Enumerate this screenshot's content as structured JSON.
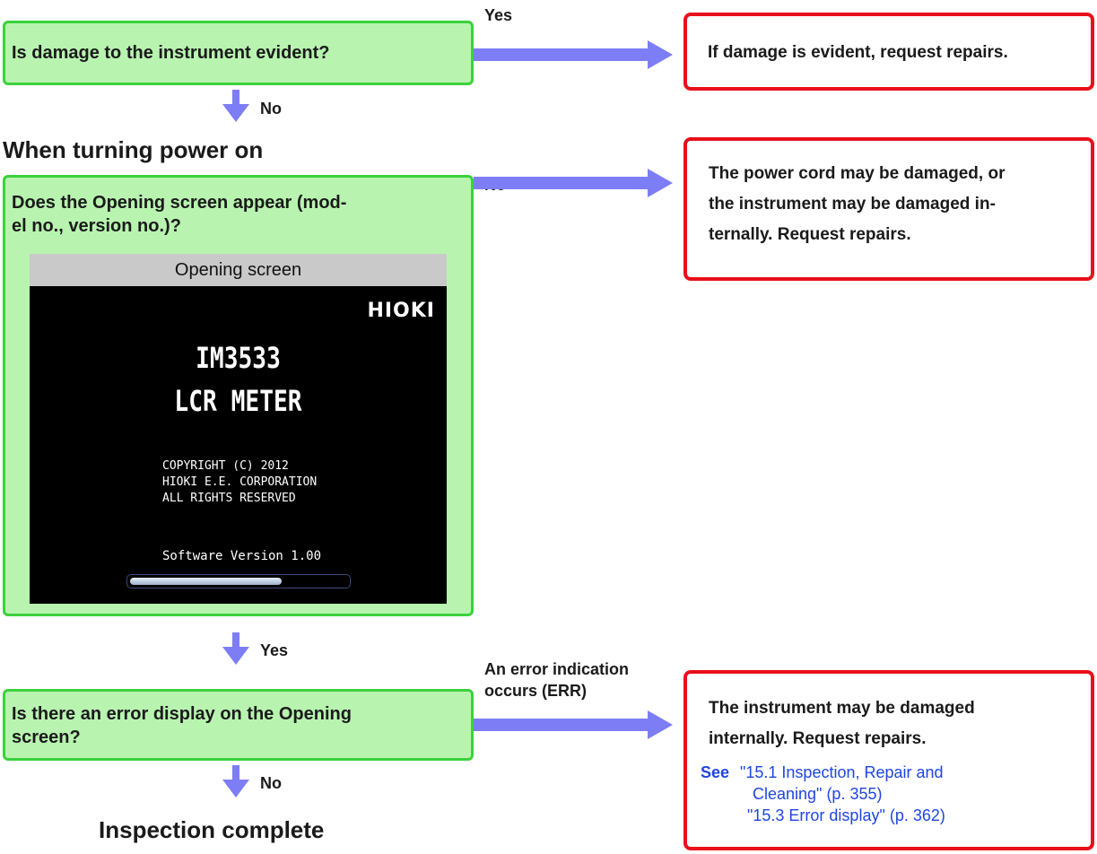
{
  "q1": {
    "text": "Is damage to the instrument evident?",
    "yes_label": "Yes",
    "no_label": "No"
  },
  "r1": {
    "text": "If damage is evident, request repairs."
  },
  "section": {
    "heading": "When turning power on"
  },
  "q2": {
    "line1": "Does the Opening screen appear (mod-",
    "line2": "el no., version no.)?",
    "no_label": "No",
    "yes_label": "Yes"
  },
  "r2": {
    "line1": "The power cord may be damaged, or",
    "line2": "the instrument may be damaged in-",
    "line3": "ternally. Request repairs."
  },
  "opening_screen": {
    "title": "Opening screen",
    "brand": "HIOKI",
    "model": "IM3533",
    "product": "LCR METER",
    "copyright_lines": [
      "COPYRIGHT (C) 2012",
      "HIOKI E.E. CORPORATION",
      "ALL RIGHTS RESERVED"
    ],
    "software_version": "Software Version 1.00",
    "progress_fraction": 0.7
  },
  "q3": {
    "line1": "Is there an error display on the Opening",
    "line2": "screen?",
    "error_label_line1": "An error indication",
    "error_label_line2": "occurs (ERR)",
    "no_label": "No"
  },
  "r3": {
    "line1": "The instrument may be damaged",
    "line2": "internally. Request repairs.",
    "see_label": "See",
    "ref1_line1": "\"15.1  Inspection, Repair and",
    "ref1_line2": "Cleaning\" (p. 355)",
    "ref2": "\"15.3  Error display\" (p. 362)"
  },
  "final": {
    "text": "Inspection complete"
  },
  "colors": {
    "question_fill": "#b8f4b0",
    "question_border": "#3cd13c",
    "result_border": "#e8101a",
    "arrow": "#7d7ef5",
    "link": "#1f45e0"
  }
}
